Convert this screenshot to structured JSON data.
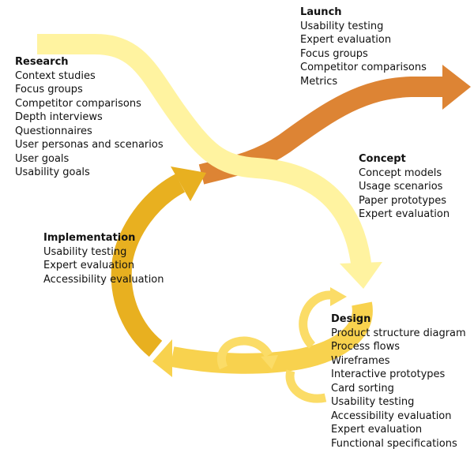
{
  "colors": {
    "research_arrow": "#fff3a0",
    "launch_arrow": "#dd8434",
    "implementation_arrow": "#e8b020",
    "design_arrow": "#f8d24e",
    "iteration_arrow": "#fbdc67",
    "text": "#111111"
  },
  "phases": {
    "research": {
      "title": "Research",
      "items": [
        "Context studies",
        "Focus groups",
        "Competitor comparisons",
        "Depth interviews",
        "Questionnaires",
        "User personas and scenarios",
        "User goals",
        "Usability goals"
      ]
    },
    "launch": {
      "title": "Launch",
      "items": [
        "Usability testing",
        "Expert evaluation",
        "Focus groups",
        "Competitor comparisons",
        "Metrics"
      ]
    },
    "concept": {
      "title": "Concept",
      "items": [
        "Concept models",
        "Usage scenarios",
        "Paper prototypes",
        "Expert evaluation"
      ]
    },
    "implementation": {
      "title": "Implementation",
      "items": [
        "Usability testing",
        "Expert evaluation",
        "Accessibility evaluation"
      ]
    },
    "design": {
      "title": "Design",
      "items": [
        "Product structure diagram",
        "Process flows",
        "Wireframes",
        "Interactive prototypes",
        "Card sorting",
        "Usability testing",
        "Accessibility evaluation",
        "Expert evaluation",
        "Functional specifications"
      ]
    }
  }
}
